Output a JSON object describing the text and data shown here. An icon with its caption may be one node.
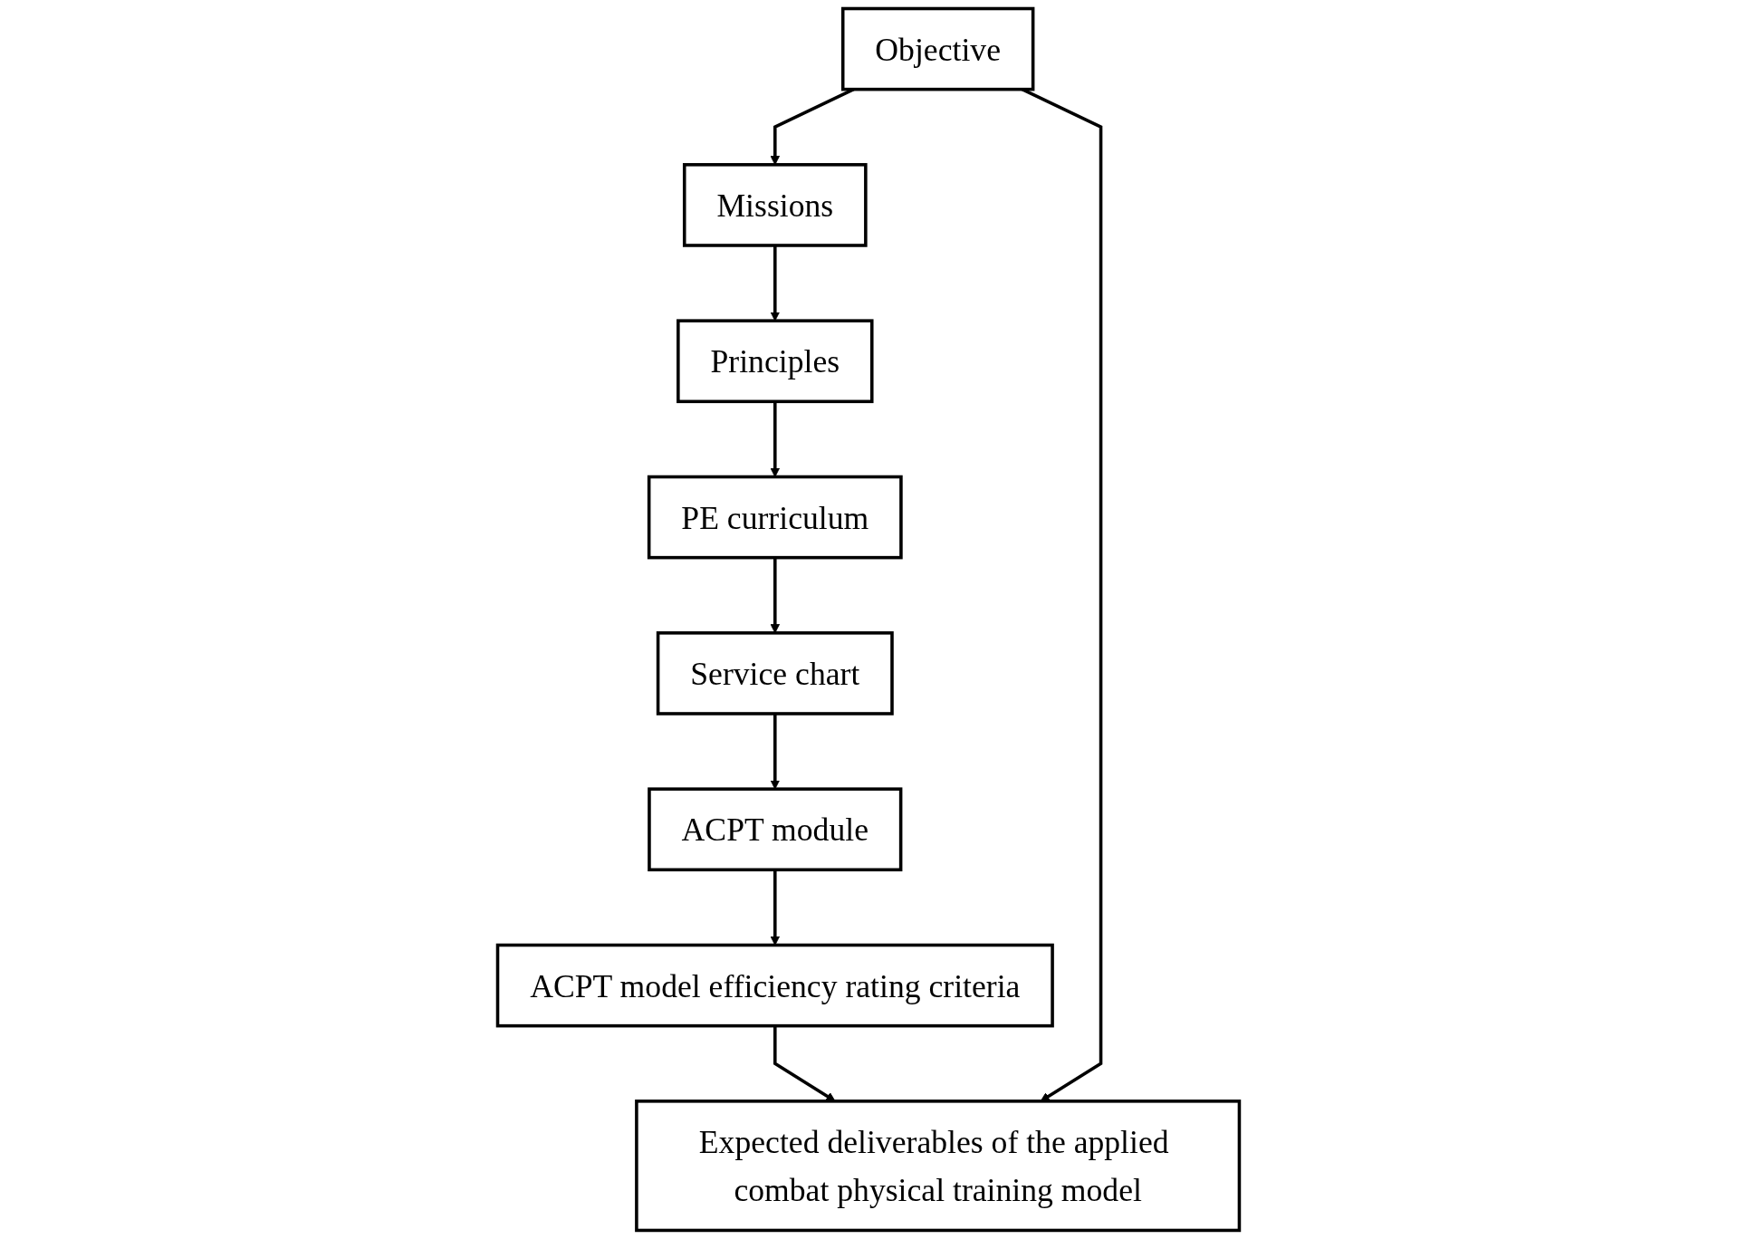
{
  "diagram": {
    "nodes": [
      {
        "text": [
          "Objective"
        ]
      },
      {
        "text": [
          "Missions"
        ]
      },
      {
        "text": [
          "Principles"
        ]
      },
      {
        "text": [
          "PE curriculum"
        ]
      },
      {
        "text": [
          "Service chart"
        ]
      },
      {
        "text": [
          "ACPT model efficiency rating criteria"
        ]
      },
      {
        "text": [
          "ACPT module"
        ]
      },
      {
        "text": [
          "Expected deliverables of the applied combat physical training model"
        ]
      }
    ],
    "edges": [
      {
        "from": 0,
        "to": 1,
        "arrow": "to"
      },
      {
        "from": 1,
        "to": 2,
        "arrow": "to"
      },
      {
        "from": 2,
        "to": 3,
        "arrow": "to"
      },
      {
        "from": 3,
        "to": 4,
        "arrow": "to"
      },
      {
        "from": 4,
        "to": 6,
        "arrow": "to"
      },
      {
        "from": 6,
        "to": 5,
        "arrow": "to"
      },
      {
        "from": 5,
        "to": 7,
        "arrow": "to"
      },
      {
        "from": 0,
        "to": 7,
        "arrow": "to"
      }
    ]
  }
}
